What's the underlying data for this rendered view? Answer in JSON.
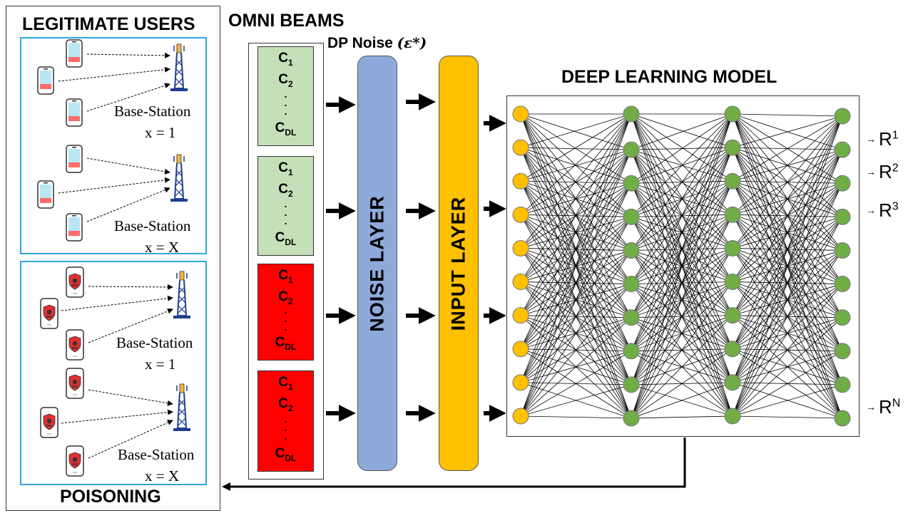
{
  "left_panel": {
    "title_top": "LEGITIMATE USERS",
    "title_bottom": "POISONING",
    "legit_groups": [
      {
        "station_label": "Base-Station",
        "x_label": "x = 1"
      },
      {
        "station_label": "Base-Station",
        "x_label": "x = X"
      }
    ],
    "poison_groups": [
      {
        "station_label": "Base-Station",
        "x_label": "x = 1"
      },
      {
        "station_label": "Base-Station",
        "x_label": "x = X"
      }
    ]
  },
  "omni_beams": {
    "title": "OMNI BEAMS",
    "boxes": [
      {
        "kind": "legit",
        "c1": "C",
        "c1_sub": "1",
        "c2": "C",
        "c2_sub": "2",
        "dots": ". . .",
        "cdl": "C",
        "cdl_sub": "DL"
      },
      {
        "kind": "legit",
        "c1": "C",
        "c1_sub": "1",
        "c2": "C",
        "c2_sub": "2",
        "dots": ". . .",
        "cdl": "C",
        "cdl_sub": "DL"
      },
      {
        "kind": "poison",
        "c1": "C",
        "c1_sub": "1",
        "c2": "C",
        "c2_sub": "2",
        "dots": ". . .",
        "cdl": "C",
        "cdl_sub": "DL"
      },
      {
        "kind": "poison",
        "c1": "C",
        "c1_sub": "1",
        "c2": "C",
        "c2_sub": "2",
        "dots": ". . .",
        "cdl": "C",
        "cdl_sub": "DL"
      }
    ]
  },
  "dp_noise": {
    "label": "DP Noise",
    "epsilon": "(ε*)"
  },
  "noise_layer": {
    "label": "NOISE LAYER"
  },
  "input_layer": {
    "label": "INPUT LAYER"
  },
  "model": {
    "title": "DEEP LEARNING MODEL",
    "outputs": [
      {
        "base": "R",
        "sup": "1"
      },
      {
        "base": "R",
        "sup": "2"
      },
      {
        "base": "R",
        "sup": "3"
      },
      {
        "base": "R",
        "sup": "N"
      }
    ]
  },
  "colors": {
    "legit_box": "#c5dfb8",
    "poison_box": "#ff0000",
    "noise_layer": "#8eaadb",
    "input_layer": "#ffc000",
    "node_yellow": "#ffc000",
    "node_green": "#70ad47",
    "group_border": "#2ea8d8"
  }
}
